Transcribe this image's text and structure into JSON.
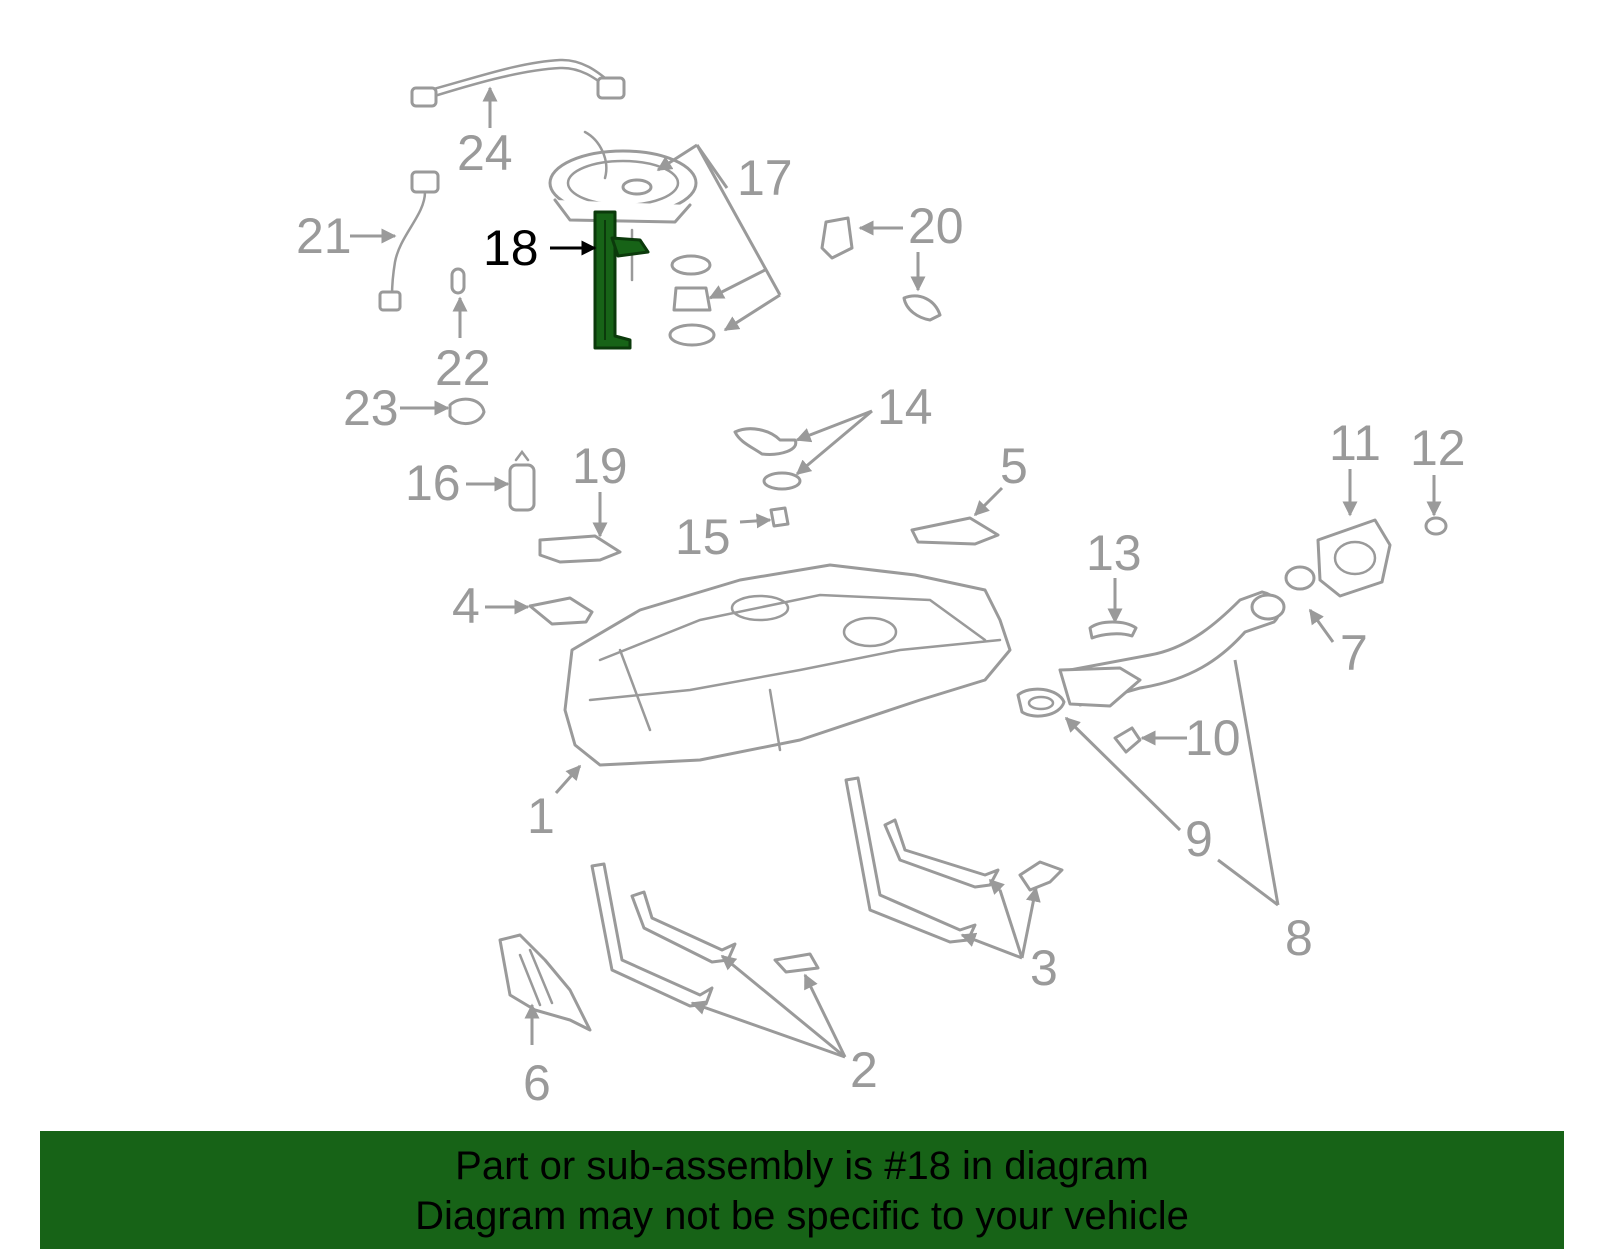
{
  "diagram": {
    "callouts": [
      "1",
      "2",
      "3",
      "4",
      "5",
      "6",
      "7",
      "8",
      "9",
      "10",
      "11",
      "12",
      "13",
      "14",
      "15",
      "16",
      "17",
      "18",
      "19",
      "20",
      "21",
      "22",
      "23",
      "24"
    ],
    "highlighted": "18",
    "highlight_color": "#176317",
    "part_color": "#9a9a9a"
  },
  "banner": {
    "line1": "Part or sub-assembly is #18 in diagram",
    "line2": "Diagram may not be specific to your vehicle",
    "background": "#176317"
  }
}
